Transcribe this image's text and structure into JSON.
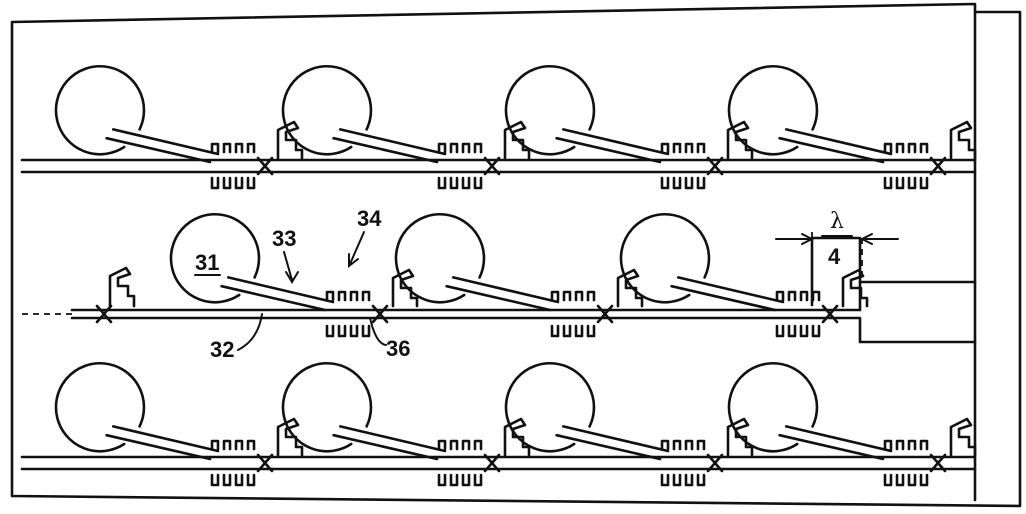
{
  "labels": {
    "ref_31": "31",
    "ref_32": "32",
    "ref_33": "33",
    "ref_34": "34",
    "ref_36": "36",
    "lambda": "λ",
    "four": "4"
  }
}
